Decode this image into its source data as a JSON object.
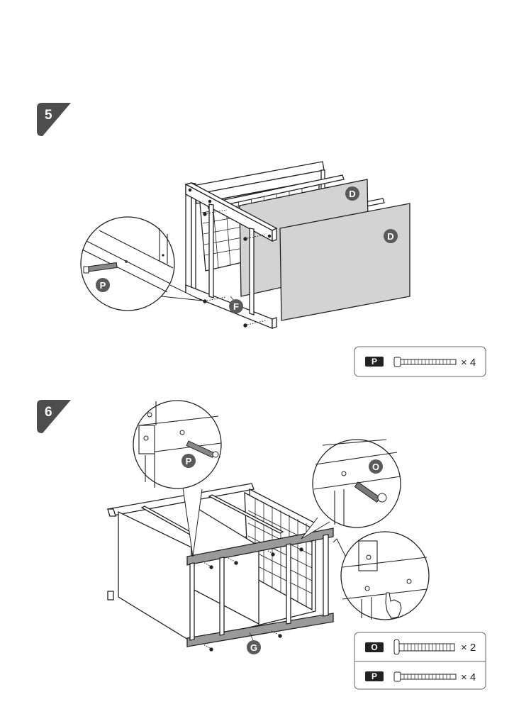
{
  "step5": {
    "number": "5",
    "parts": {
      "panel_d_1": "D",
      "panel_d_2": "D",
      "frame": "F",
      "screw_detail": "P"
    },
    "legend": {
      "code": "P",
      "qty": "× 4"
    }
  },
  "step6": {
    "number": "6",
    "parts": {
      "frame": "G",
      "detail_left": "P",
      "detail_right": "O"
    },
    "legend": [
      {
        "code": "O",
        "qty": "× 2"
      },
      {
        "code": "P",
        "qty": "× 4"
      }
    ]
  },
  "colors": {
    "step_badge": "#4d4d4d",
    "panel": "#d3d3d3",
    "label_badge": "#5a5a5a",
    "frame_bar": "#9a9a9a"
  }
}
